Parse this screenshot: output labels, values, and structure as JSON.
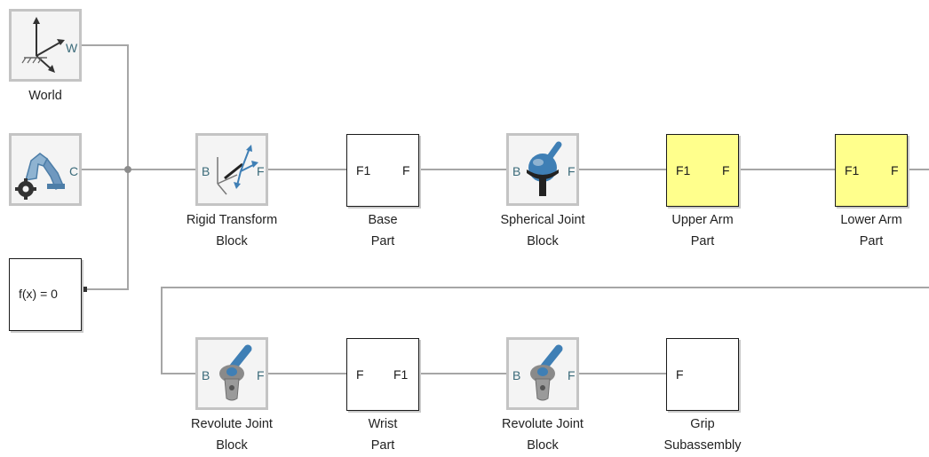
{
  "world": {
    "label": "World",
    "port": "W"
  },
  "config": {
    "port": "C"
  },
  "solver": {
    "expr": "f(x) = 0"
  },
  "rigid": {
    "line1": "Rigid Transform",
    "line2": "Block",
    "port_b": "B",
    "port_f": "F"
  },
  "base": {
    "line1": "Base",
    "line2": "Part",
    "port_in": "F1",
    "port_out": "F"
  },
  "spherical": {
    "line1": "Spherical Joint",
    "line2": "Block",
    "port_b": "B",
    "port_f": "F"
  },
  "upper": {
    "line1": "Upper Arm",
    "line2": "Part",
    "port_in": "F1",
    "port_out": "F"
  },
  "lower": {
    "line1": "Lower Arm",
    "line2": "Part",
    "port_in": "F1",
    "port_out": "F"
  },
  "revolute1": {
    "line1": "Revolute Joint",
    "line2": "Block",
    "port_b": "B",
    "port_f": "F"
  },
  "wrist": {
    "line1": "Wrist",
    "line2": "Part",
    "port_in": "F",
    "port_out": "F1"
  },
  "revolute2": {
    "line1": "Revolute Joint",
    "line2": "Block",
    "port_b": "B",
    "port_f": "F"
  },
  "grip": {
    "line1": "Grip",
    "line2": "Subassembly",
    "port_in": "F"
  },
  "colors": {
    "wire": "#a6a6a6",
    "yellow_fill": "#ffff8c",
    "block_border": "#1a1a1a",
    "port_teal": "#3b6b7a",
    "joint_blue": "#3f7fb5"
  }
}
